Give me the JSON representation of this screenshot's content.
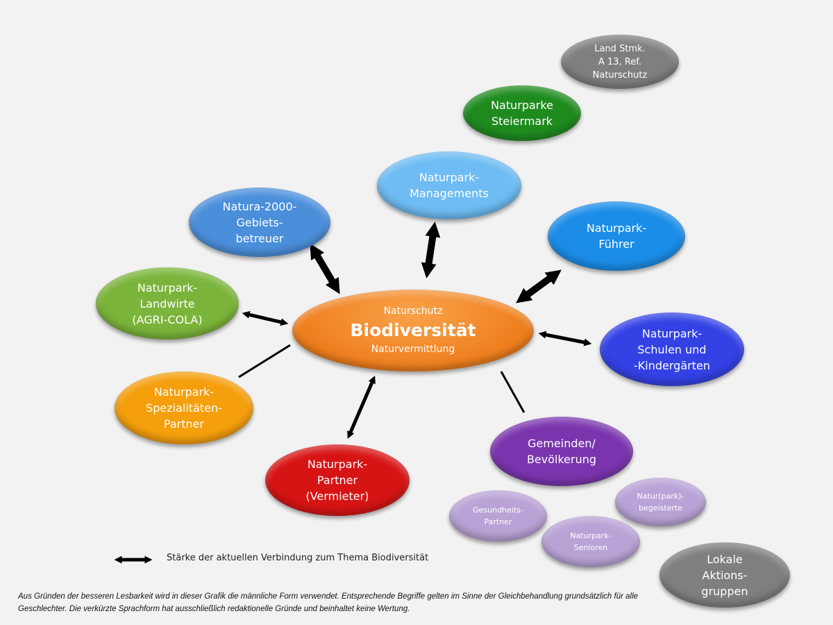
{
  "center": {
    "top": "Naturschutz",
    "main": "Biodiversität",
    "bottom": "Naturvermittlung",
    "color": "#f28b2a"
  },
  "nodes": [
    {
      "id": "land-stmk",
      "label": "Land Stmk.\nA 13, Ref.\nNaturschutz",
      "color": "#7f7f7f"
    },
    {
      "id": "naturparke-steiermark",
      "label": "Naturparke\nSteiermark",
      "color": "#1e8a1e"
    },
    {
      "id": "naturpark-managements",
      "label": "Naturpark-\nManagements",
      "color": "#6fbcf5"
    },
    {
      "id": "natura-2000",
      "label": "Natura-2000-\nGebiets-\nbetreuer",
      "color": "#4a8fdc"
    },
    {
      "id": "naturpark-fuehrer",
      "label": "Naturpark-\nFührer",
      "color": "#1c8de8"
    },
    {
      "id": "naturpark-landwirte",
      "label": "Naturpark-\nLandwirte\n(AGRI-COLA)",
      "color": "#7ab53a"
    },
    {
      "id": "naturpark-schulen",
      "label": "Naturpark-\nSchulen und\n-Kindergärten",
      "color": "#3340e6"
    },
    {
      "id": "spezialitaeten-partner",
      "label": "Naturpark-\nSpezialitäten-\nPartner",
      "color": "#f59e0b"
    },
    {
      "id": "naturpark-partner",
      "label": "Naturpark-\nPartner\n(Vermieter)",
      "color": "#d81414"
    },
    {
      "id": "gemeinden",
      "label": "Gemeinden/\nBevölkerung",
      "color": "#7a35b0"
    },
    {
      "id": "gesundheits-partner",
      "label": "Gesundheits-\nPartner",
      "color": "#b9a3d6"
    },
    {
      "id": "naturpark-begeisterte",
      "label": "Natur(park)-\nbegeisterte",
      "color": "#b9a3d6"
    },
    {
      "id": "naturpark-senioren",
      "label": "Naturpark-\nSenioren",
      "color": "#b9a3d6"
    },
    {
      "id": "lokale-aktionsgruppen",
      "label": "Lokale\nAktions-\ngruppen",
      "color": "#7f7f7f"
    }
  ],
  "connections": [
    {
      "target": "natura-2000",
      "type": "arrow",
      "strength": "strong"
    },
    {
      "target": "naturpark-managements",
      "type": "arrow",
      "strength": "strong"
    },
    {
      "target": "naturpark-fuehrer",
      "type": "arrow",
      "strength": "strong"
    },
    {
      "target": "naturpark-landwirte",
      "type": "arrow",
      "strength": "medium"
    },
    {
      "target": "naturpark-schulen",
      "type": "arrow",
      "strength": "medium"
    },
    {
      "target": "spezialitaeten-partner",
      "type": "line",
      "strength": "weak"
    },
    {
      "target": "naturpark-partner",
      "type": "arrow",
      "strength": "medium"
    },
    {
      "target": "gemeinden",
      "type": "line",
      "strength": "weak"
    }
  ],
  "legend": {
    "label": "Stärke der aktuellen Verbindung zum Thema Biodiversität"
  },
  "footnote": "Aus Gründen der besseren Lesbarkeit wird in dieser Grafik die männliche Form verwendet. Entsprechende Begriffe gelten im Sinne der Gleichbehandlung grundsätzlich für alle Geschlechter. Die verkürzte Sprachform hat ausschließlich redaktionelle Gründe und beinhaltet keine Wertung."
}
